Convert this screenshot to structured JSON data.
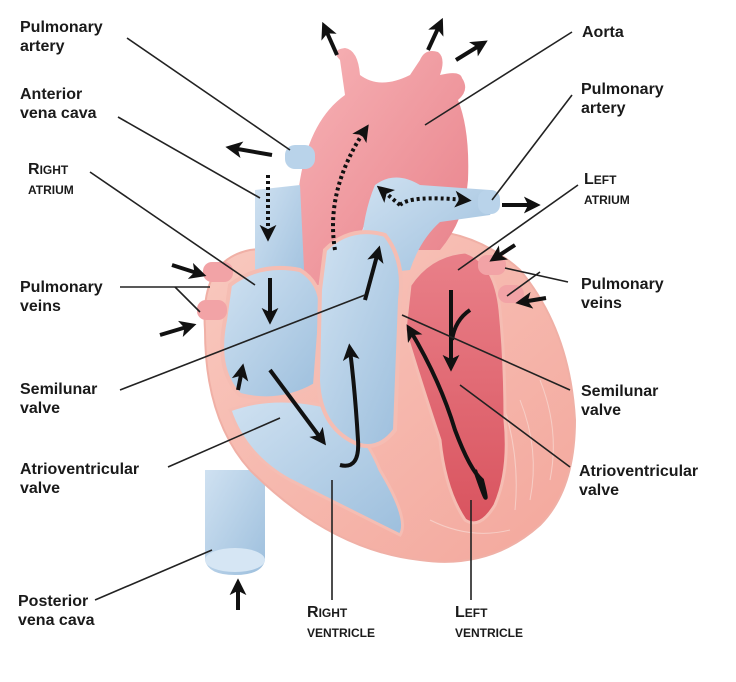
{
  "diagram": {
    "title": "Heart blood flow diagram",
    "colors": {
      "oxygenated": "#f2a0a6",
      "oxygenated_dark": "#e4707a",
      "deoxygenated": "#b8d3ea",
      "deoxygenated_dark": "#8fb4d6",
      "muscle": "#f6b8ae",
      "outline": "#f7c7c0",
      "arrow": "#111111",
      "leader_line": "#222222"
    },
    "labels_left": [
      {
        "id": "pulmonary-artery-left",
        "lines": [
          "Pulmonary",
          "artery"
        ]
      },
      {
        "id": "anterior-vena-cava",
        "lines": [
          "Anterior",
          "vena cava"
        ]
      },
      {
        "id": "right-atrium",
        "first": "R",
        "rest": "IGHT",
        "line2": "ATRIUM"
      },
      {
        "id": "pulmonary-veins-left",
        "lines": [
          "Pulmonary",
          "veins"
        ]
      },
      {
        "id": "semilunar-valve-left",
        "lines": [
          "Semilunar",
          "valve"
        ]
      },
      {
        "id": "atrioventricular-valve-left",
        "lines": [
          "Atrioventricular",
          "valve"
        ]
      },
      {
        "id": "posterior-vena-cava",
        "lines": [
          "Posterior",
          "vena cava"
        ]
      }
    ],
    "labels_right": [
      {
        "id": "aorta",
        "lines": [
          "Aorta"
        ]
      },
      {
        "id": "pulmonary-artery-right",
        "lines": [
          "Pulmonary",
          "artery"
        ]
      },
      {
        "id": "left-atrium",
        "first": "L",
        "rest": "EFT",
        "line2": "ATRIUM"
      },
      {
        "id": "pulmonary-veins-right",
        "lines": [
          "Pulmonary",
          "veins"
        ]
      },
      {
        "id": "semilunar-valve-right",
        "lines": [
          "Semilunar",
          "valve"
        ]
      },
      {
        "id": "atrioventricular-valve-right",
        "lines": [
          "Atrioventricular",
          "valve"
        ]
      }
    ],
    "labels_bottom": [
      {
        "id": "right-ventricle",
        "first": "R",
        "rest": "IGHT",
        "line2": "VENTRICLE"
      },
      {
        "id": "left-ventricle",
        "first": "L",
        "rest": "EFT",
        "line2": "VENTRICLE"
      }
    ],
    "flow": {
      "deoxygenated_path": [
        "Anterior vena cava",
        "Posterior vena cava",
        "Right atrium",
        "Atrioventricular valve",
        "Right ventricle",
        "Semilunar valve",
        "Pulmonary artery"
      ],
      "oxygenated_path": [
        "Pulmonary veins",
        "Left atrium",
        "Atrioventricular valve",
        "Left ventricle",
        "Semilunar valve",
        "Aorta"
      ]
    }
  }
}
